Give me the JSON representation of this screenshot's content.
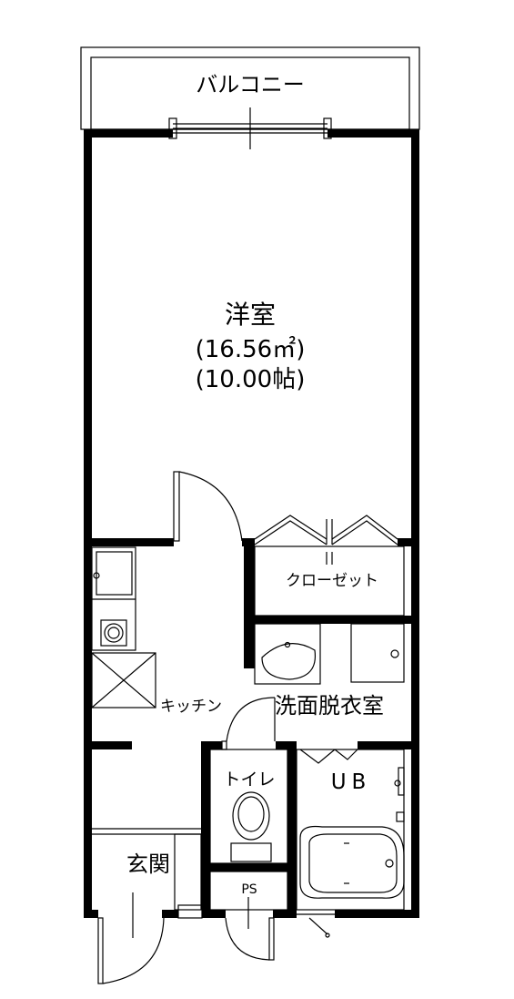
{
  "labels": {
    "balcony": "バルコニー",
    "western_room": "洋室",
    "area_sqm": "(16.56㎡)",
    "area_tatami": "(10.00帖)",
    "closet": "クローゼット",
    "kitchen": "キッチン",
    "washroom": "洗面脱衣室",
    "toilet": "トイレ",
    "unit_bath": "UB",
    "entrance": "玄関",
    "pipe_space": "PS"
  },
  "colors": {
    "line": "#000000",
    "background": "#ffffff"
  }
}
